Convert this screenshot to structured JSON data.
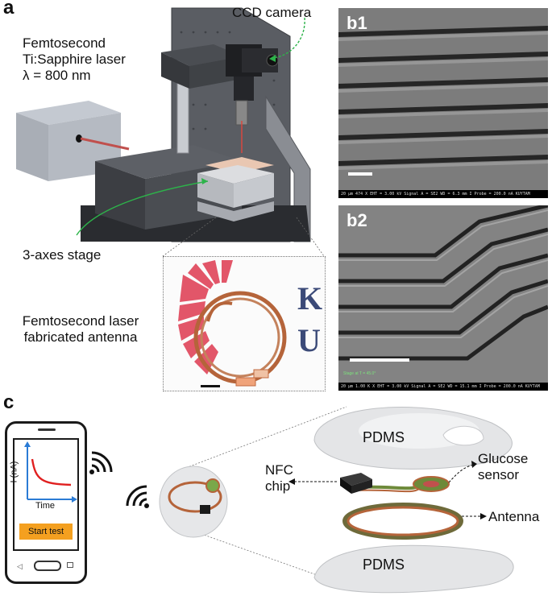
{
  "panel_a": {
    "letter": "a",
    "laser_label": [
      "Femtosecond",
      "Ti:Sapphire laser",
      "λ = 800 nm"
    ],
    "camera_label": "CCD camera",
    "stage_label": "3-axes stage",
    "antenna_label": [
      "Femtosecond laser",
      "fabricated antenna"
    ],
    "inset_letters": [
      "K",
      "U"
    ]
  },
  "panel_b1": {
    "letter": "b1",
    "info": "20 µm        474 X     EHT = 3.00 kV    Signal A = SE2    WD = 6.3 mm    I Probe = 200.0 nA    KUYTAM"
  },
  "panel_b2": {
    "letter": "b2",
    "stage_text": "Stage at T = 45.0°",
    "info": "20 µm        1.00 K X    EHT = 3.00 kV    Signal A = SE2    WD = 15.1 mm    I Probe = 200.0 nA    KUYTAM"
  },
  "panel_c": {
    "letter": "c",
    "phone": {
      "y_axis": "I (nA)",
      "x_axis": "Time",
      "button": "Start test"
    },
    "pdms_top": "PDMS",
    "pdms_bottom": "PDMS",
    "nfc_label": [
      "NFC",
      "chip"
    ],
    "glucose_label": [
      "Glucose",
      "sensor"
    ],
    "antenna_label": "Antenna"
  },
  "colors": {
    "laser_beam": "#c0504d",
    "green_arrow": "#2db34a",
    "antenna_copper": "#b5643a",
    "phone_button": "#f4a020",
    "phone_curve": "#e02020",
    "phone_axes": "#2a7bd5"
  }
}
